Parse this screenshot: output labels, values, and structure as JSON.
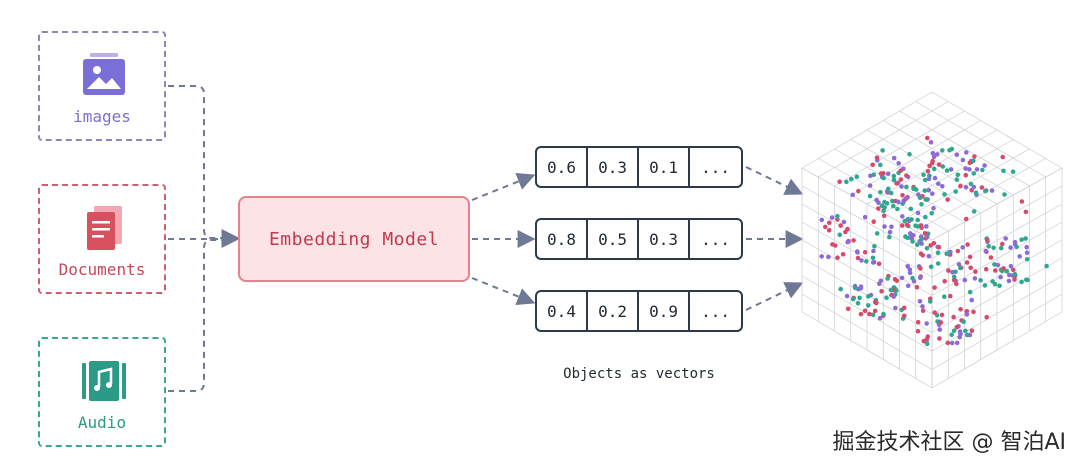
{
  "sources": [
    {
      "label": "images",
      "icon": "image-icon",
      "color": "#7a6fd6"
    },
    {
      "label": "Documents",
      "icon": "document-icon",
      "color": "#d9505f"
    },
    {
      "label": "Audio",
      "icon": "music-icon",
      "color": "#2b9a86"
    }
  ],
  "model": {
    "label": "Embedding Model"
  },
  "vectors": [
    [
      "0.6",
      "0.3",
      "0.1",
      "..."
    ],
    [
      "0.8",
      "0.5",
      "0.3",
      "..."
    ],
    [
      "0.4",
      "0.2",
      "0.9",
      "..."
    ]
  ],
  "vectors_caption": "Objects as vectors",
  "watermark": "掘金技术社区 @ 智泊AI",
  "colors": {
    "arrow": "#6f7894",
    "dot_purple": "#8c6bd6",
    "dot_red": "#d94a6a",
    "dot_teal": "#2ea88e",
    "grid": "#c9ccd3"
  }
}
